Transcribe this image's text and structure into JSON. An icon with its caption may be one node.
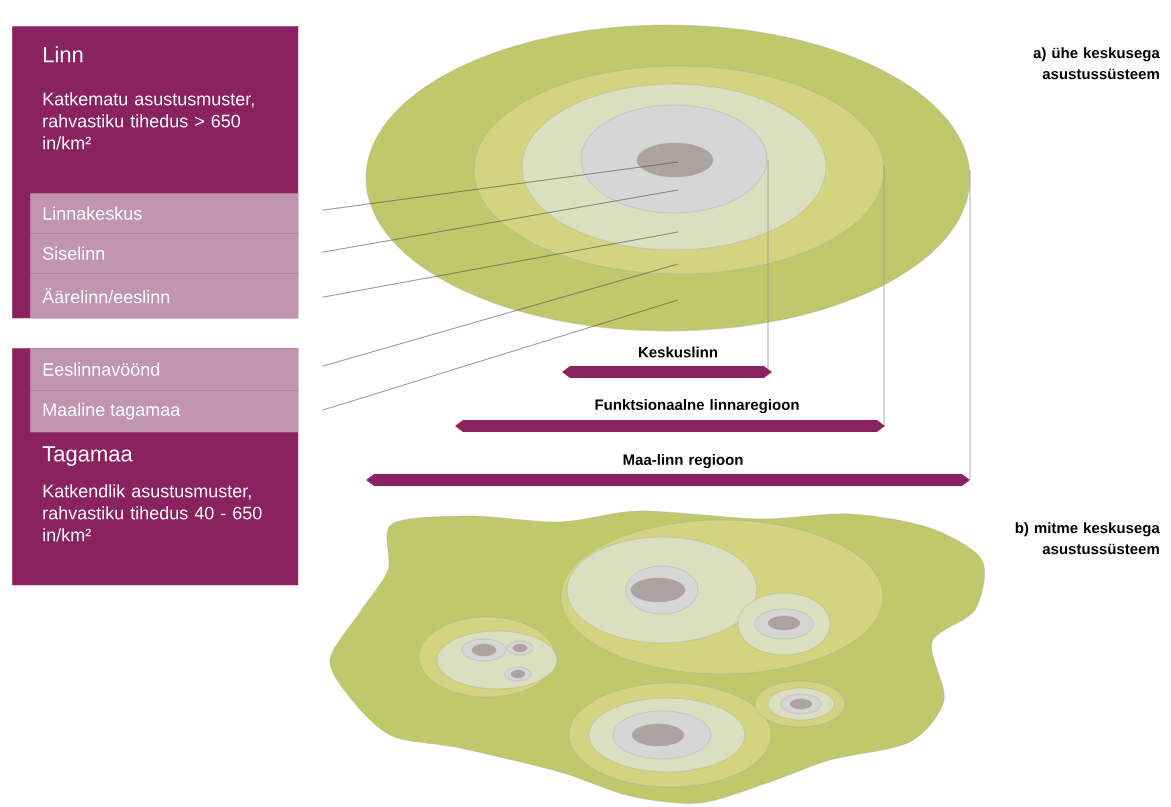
{
  "diagram": {
    "nodes": [
      {
        "text": [
          "Linn",
          "Katkematu asustusmuster, rahvastiku tihedus > 650 in/km²"
        ]
      },
      {
        "text": [
          "Linnakeskus"
        ],
        "in": 0
      },
      {
        "text": [
          "Siselinn"
        ],
        "in": 0
      },
      {
        "text": [
          "Äärelinn/eeslinn"
        ],
        "in": 0
      },
      {
        "text": [
          "Tagamaa",
          "Katkendlik asustusmuster, rahvastiku tihedus 40 - 650 in/km²"
        ]
      },
      {
        "text": [
          "Eeslinnavöönd"
        ],
        "in": 4
      },
      {
        "text": [
          "Maaline tagamaa"
        ],
        "in": 4
      },
      {
        "text": [],
        "shape": "ellipse"
      },
      {
        "text": [],
        "shape": "ellipse",
        "in": 7
      },
      {
        "text": [],
        "shape": "ellipse",
        "in": 8
      },
      {
        "text": [],
        "shape": "ellipse",
        "in": 9
      },
      {
        "text": [],
        "shape": "ellipse",
        "in": 10
      }
    ],
    "edges": [
      {
        "from": 1,
        "to": 11,
        "arrow": "none"
      },
      {
        "from": 2,
        "to": 10,
        "arrow": "none"
      },
      {
        "from": 3,
        "to": 9,
        "arrow": "none"
      },
      {
        "from": 5,
        "to": 8,
        "arrow": "none"
      },
      {
        "from": 6,
        "to": 7,
        "arrow": "none"
      }
    ],
    "labels": [
      "a) ühe keskusega asustussüsteem",
      "Keskuslinn",
      "Funktsionaalne linnaregioon",
      "Maa-linn regioon",
      "b) mitme keskusega asustussüsteem"
    ]
  }
}
